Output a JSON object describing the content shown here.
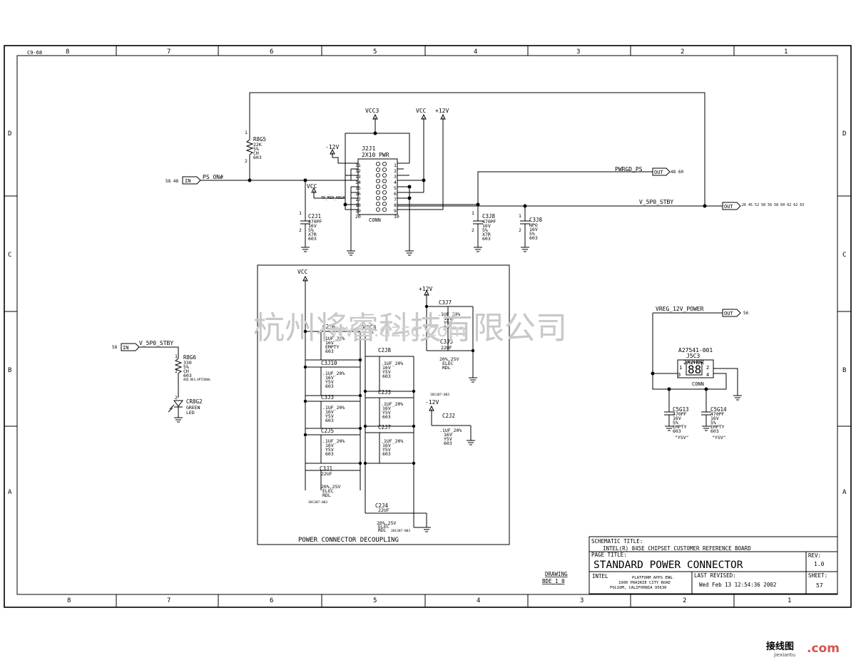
{
  "frame": {
    "corner_code": "C9-68",
    "top_columns": [
      "8",
      "7",
      "6",
      "5",
      "4",
      "3",
      "2",
      "1"
    ],
    "bottom_columns": [
      "8",
      "7",
      "6",
      "5",
      "4",
      "3",
      "2",
      "1"
    ],
    "rows": [
      "D",
      "C",
      "B",
      "A"
    ]
  },
  "nets": {
    "vcc3_top": "VCC3",
    "vcc_top": "VCC",
    "p12_top": "+12V",
    "m12_top": "-12V",
    "ps_on": "PS_ON#",
    "ps_on_ref": "58 48",
    "vcc_left": "VCC",
    "tp": "TP_MIN_REG#",
    "pwrgd": "PWRGD_PS",
    "pwrgd_ref": "48 60",
    "v5p0_stby": "V_5P0_STBY",
    "v5p0_stby_ref": "26 45 52 58 56 58 60 62 62 63",
    "v5p0_stby_in": "V_5P0_STBY",
    "v5p0_stby_in_ref": "58",
    "vreg": "VREG_12V_POWER",
    "vreg_ref": "56"
  },
  "ports": {
    "in": "IN",
    "out": "OUT"
  },
  "connector": {
    "ref": "J2J1",
    "value": "2X10 PWR",
    "name": "CONN",
    "pins_left": [
      "11",
      "12",
      "13",
      "14",
      "15",
      "16",
      "17",
      "18",
      "19",
      "20"
    ],
    "pins_right": [
      "1",
      "2",
      "3",
      "4",
      "5",
      "6",
      "7",
      "8",
      "9",
      "10"
    ]
  },
  "components": {
    "r8g5": {
      "ref": "R8G5",
      "lines": [
        "22K",
        "5%",
        "CH",
        "603"
      ],
      "p1": "1",
      "p2": "2"
    },
    "c2j1": {
      "ref": "C2J1",
      "lines": [
        "470PF",
        "16V",
        "5%",
        "X7R",
        "603"
      ],
      "p1": "1",
      "p2": "2"
    },
    "c3j8": {
      "ref": "C3J8",
      "lines": [
        "470PF",
        "16V",
        "5%",
        "X7R",
        "603"
      ],
      "p1": "1",
      "p2": "2"
    },
    "c3j8b": {
      "ref": "C3J8",
      "lines": [
        "NPO",
        "16V",
        "5%",
        "603"
      ],
      "p1": "1",
      "p2": "2"
    },
    "r8g6": {
      "ref": "R8G6",
      "lines": [
        "330",
        "5%",
        "CH",
        "603"
      ],
      "p1": "1",
      "p2": "2",
      "extra": "ADD_RES_OPTIONAL"
    },
    "cr8g2": {
      "ref": "CR8G2",
      "lines": [
        "GREEN",
        "LED"
      ],
      "p2": "2"
    },
    "j5c3": {
      "ref": "J5C3",
      "part": "A27541-001",
      "value": "2X2HDR",
      "name": "CONN",
      "pins": [
        "1",
        "2",
        "3",
        "4"
      ]
    },
    "c5g13": {
      "ref": "C5G13",
      "lines": [
        "470PF",
        "16V",
        "5%",
        "EMPTY",
        "603"
      ],
      "note": "\"YSV\""
    },
    "c5g14": {
      "ref": "C5G14",
      "lines": [
        "470PF",
        "16V",
        "5%",
        "EMPTY",
        "603"
      ],
      "note": "\"YSV\""
    }
  },
  "decoupling": {
    "title": "POWER CONNECTOR DECOUPLING",
    "vcc": "VCC",
    "vcc3": "VCC3",
    "p12": "+12V",
    "m12": "-12V",
    "caps_left": [
      {
        "ref": "C2J6",
        "value": ".1UF_20%",
        "lines": [
          "16V",
          "EMPTY",
          "603"
        ]
      },
      {
        "ref": "C3J10",
        "value": ".1UF_20%",
        "lines": [
          "16V",
          "Y5V",
          "603"
        ]
      },
      {
        "ref": "C3J3",
        "value": ".1UF_20%",
        "lines": [
          "16V",
          "Y5V",
          "603"
        ]
      },
      {
        "ref": "C2J5",
        "value": ".1UF_20%",
        "lines": [
          "16V",
          "Y5V",
          "603"
        ]
      }
    ],
    "caps_mid": [
      {
        "ref": "C2J8",
        "value": ".1UF_20%",
        "lines": [
          "16V",
          "Y5V",
          "603"
        ]
      },
      {
        "ref": "C2J3",
        "value": ".1UF_20%",
        "lines": [
          "16V",
          "Y5V",
          "603"
        ]
      },
      {
        "ref": "C2J7",
        "value": ".1UF_20%",
        "lines": [
          "16V",
          "Y5V",
          "603"
        ]
      }
    ],
    "bulk_c3j1": {
      "ref": "C3J1",
      "value": "22UF",
      "lines": [
        "20%,25V",
        "ELEC",
        "RDL"
      ],
      "pn": "381387-003"
    },
    "bulk_c2j4": {
      "ref": "C2J4",
      "value": "22UF",
      "lines": [
        "20%,25V",
        "ELEC",
        "RDL"
      ],
      "pn": "381387-003"
    },
    "cap_c3j7": {
      "ref": "C3J7",
      "value": ".1UF_20%",
      "lines": [
        "16V",
        "Y5V",
        "603"
      ]
    },
    "cap_c3j5": {
      "ref": "C3J5",
      "value": "22UF",
      "lines": [
        "20%,25V",
        "ELEC",
        "RDL"
      ],
      "pn": "381387-003"
    },
    "cap_c2j2": {
      "ref": "C2J2",
      "value": ".1UF_20%",
      "lines": [
        "16V",
        "Y5V",
        "603"
      ]
    }
  },
  "title_block": {
    "schematic_title_label": "SCHEMATIC TITLE:",
    "schematic_title": "INTEL(R) 845E CHIPSET CUSTOMER REFERENCE BOARD",
    "page_title_label": "PAGE TITLE:",
    "page_title": "STANDARD POWER CONNECTOR",
    "rev_label": "REV:",
    "rev": "1.0",
    "company": "INTEL",
    "dept": "PLATFORM APPS ENG.",
    "address1": "1900 PRAIRIE CITY ROAD",
    "address2": "FOLSOM, CALIFORNIA 95630",
    "last_revised_label": "LAST REVISED:",
    "last_revised": "Wed Feb 13 12:54:36 2002",
    "sheet_label": "SHEET:",
    "sheet": "57",
    "drawing_label": "DRAWING",
    "drawing": "BDE_1_0"
  },
  "watermark": {
    "text": "杭州将睿科技有限公司",
    "url": "www.dzsc.com"
  },
  "brand": {
    "cn": "接线图",
    "url": "jiexiantu",
    "com": ".com"
  }
}
